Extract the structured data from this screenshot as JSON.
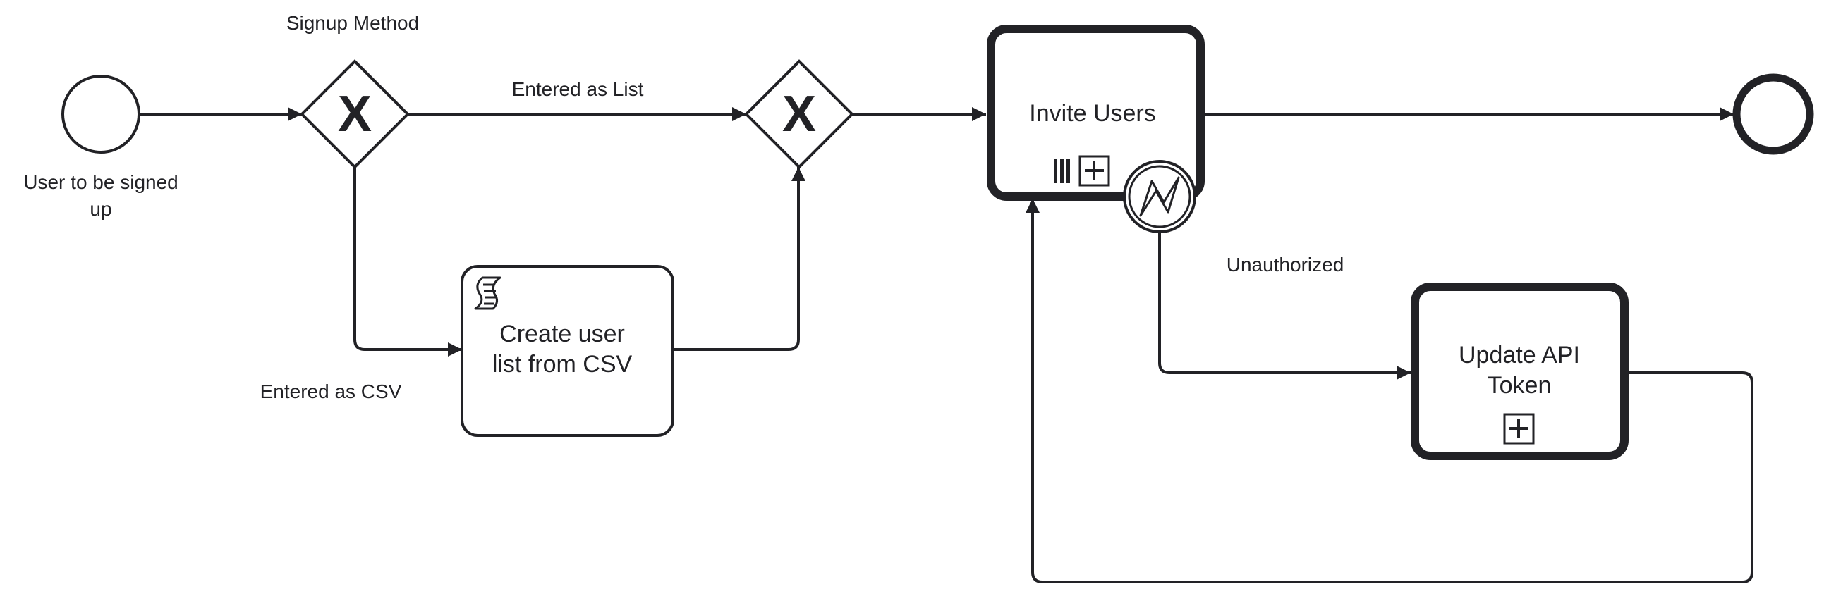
{
  "diagram": {
    "colors": {
      "stroke": "#222226",
      "fill": "#ffffff"
    },
    "start_event": {
      "label_line1": "User to be signed",
      "label_line2": "up"
    },
    "gateway_split": {
      "label": "Signup Method",
      "marker": "X"
    },
    "gateway_join": {
      "marker": "X"
    },
    "flows": {
      "list_label": "Entered as List",
      "csv_label": "Entered as CSV",
      "error_label": "Unauthorized"
    },
    "task_csv": {
      "label_line1": "Create user",
      "label_line2": "list from CSV",
      "icon": "script-icon"
    },
    "task_invite": {
      "label": "Invite Users",
      "markers": [
        "parallel-multi-instance-icon",
        "collapsed-subprocess-icon"
      ]
    },
    "boundary_event": {
      "icon": "error-icon"
    },
    "task_update": {
      "label_line1": "Update API",
      "label_line2": "Token",
      "markers": [
        "collapsed-subprocess-icon"
      ]
    },
    "end_event": {}
  }
}
